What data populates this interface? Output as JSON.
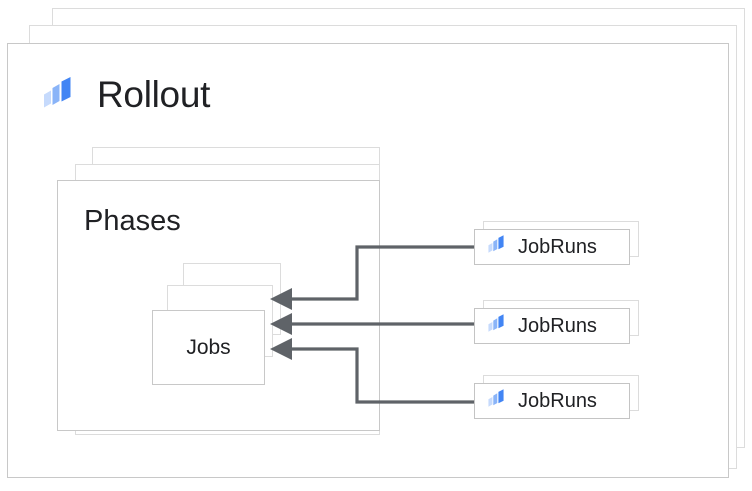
{
  "diagram": {
    "type": "nested-container-diagram",
    "title": "Rollout",
    "accent_color": "#4285f4",
    "line_color": "#5f6368",
    "card_border_color": "#d6d6d6",
    "text_color": "#202124",
    "background": "#ffffff"
  },
  "rollout": {
    "title": "Rollout",
    "icon": "rollout-icon",
    "stack_count": 3
  },
  "phases": {
    "title": "Phases",
    "stack_count": 3
  },
  "jobs": {
    "title": "Jobs",
    "stack_count": 3
  },
  "jobruns": [
    {
      "label": "JobRuns",
      "icon": "rollout-icon"
    },
    {
      "label": "JobRuns",
      "icon": "rollout-icon"
    },
    {
      "label": "JobRuns",
      "icon": "rollout-icon"
    }
  ],
  "connectors": [
    {
      "from": "jobruns.0",
      "to": "jobs",
      "shape": "elbow",
      "direction": "right-to-left"
    },
    {
      "from": "jobruns.1",
      "to": "jobs",
      "shape": "straight",
      "direction": "right-to-left"
    },
    {
      "from": "jobruns.2",
      "to": "jobs",
      "shape": "elbow",
      "direction": "right-to-left"
    }
  ],
  "icon_colors": {
    "light": "#c6dafc",
    "medium": "#8ab4f8",
    "dark": "#4285f4"
  }
}
